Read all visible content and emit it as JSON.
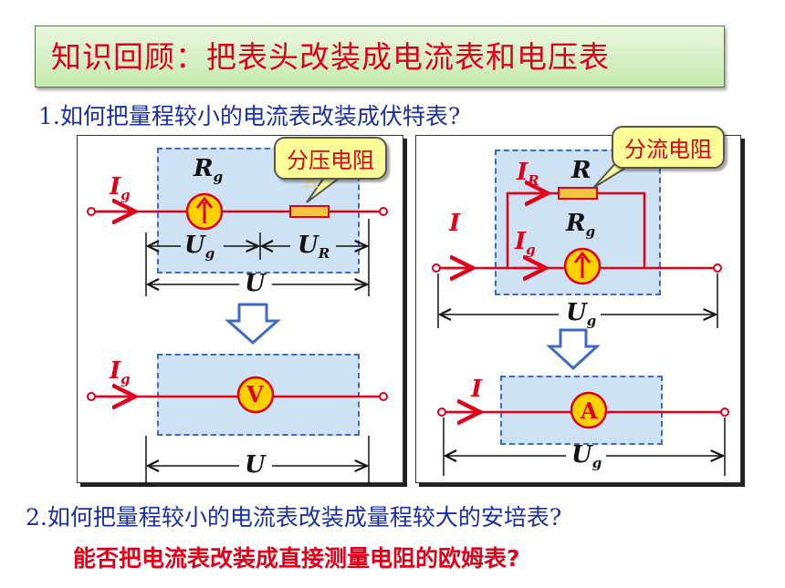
{
  "banner": {
    "title": "知识回顾：把表头改装成电流表和电压表"
  },
  "questions": {
    "q1": "1.如何把量程较小的电流表改装成伏特表?",
    "q2": "2.如何把量程较小的电流表改装成量程较大的安培表?",
    "q3": "能否把电流表改装成直接测量电阻的欧姆表?"
  },
  "left_panel": {
    "callout": "分压电阻",
    "labels": {
      "ig": "I",
      "ig_sub": "g",
      "rg": "R",
      "rg_sub": "g",
      "r_faint": "R",
      "ug": "U",
      "ug_sub": "g",
      "ur": "U",
      "ur_sub": "R",
      "u_top": "U",
      "ig2": "I",
      "ig2_sub": "g",
      "u_bottom": "U"
    },
    "voltmeter": "V",
    "galvanometer_arrow": "↑"
  },
  "right_panel": {
    "callout": "分流电阻",
    "labels": {
      "ir": "I",
      "ir_sub": "R",
      "r": "R",
      "i": "I",
      "rg": "R",
      "rg_sub": "g",
      "ig": "I",
      "ig_sub": "g",
      "ug": "U",
      "ug_sub": "g",
      "i2": "I",
      "ug2": "U",
      "ug2_sub": "g"
    },
    "ammeter": "A",
    "galvanometer_arrow": "↑"
  }
}
